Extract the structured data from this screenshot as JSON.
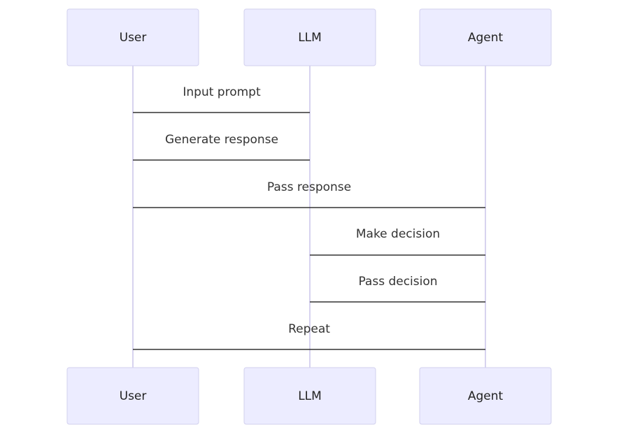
{
  "participants": [
    {
      "id": "user",
      "label": "User"
    },
    {
      "id": "llm",
      "label": "LLM"
    },
    {
      "id": "agent",
      "label": "Agent"
    }
  ],
  "messages": [
    {
      "from": "user",
      "to": "llm",
      "label": "Input prompt"
    },
    {
      "from": "llm",
      "to": "user",
      "label": "Generate response"
    },
    {
      "from": "user",
      "to": "agent",
      "label": "Pass response"
    },
    {
      "from": "agent",
      "to": "llm",
      "label": "Make decision"
    },
    {
      "from": "llm",
      "to": "agent",
      "label": "Pass decision"
    },
    {
      "from": "agent",
      "to": "user",
      "label": "Repeat"
    }
  ],
  "colors": {
    "actor_fill": "#ececff",
    "actor_border": "#d2d0ee",
    "lifeline": "#d7d3ef",
    "message_line": "#333333",
    "text": "#222222"
  }
}
